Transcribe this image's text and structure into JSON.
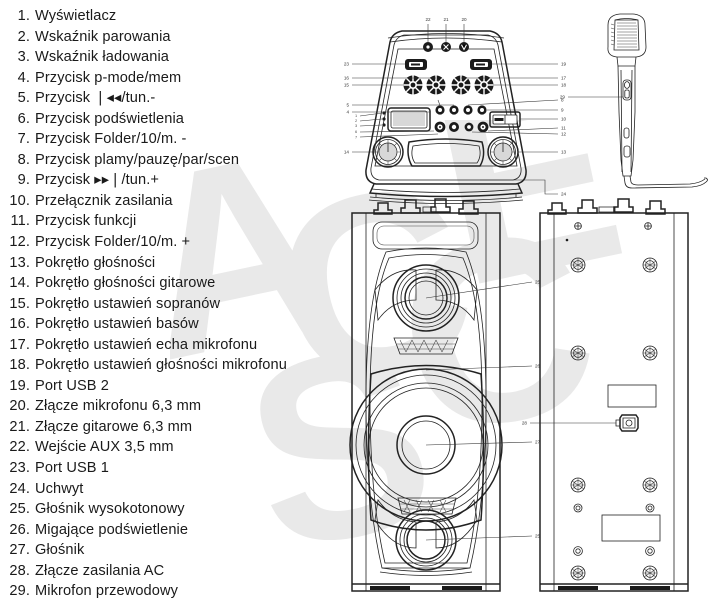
{
  "page": {
    "kind": "product-parts-legend-diagram",
    "language": "pl",
    "background_color": "#ffffff",
    "text_color": "#1a1a1a",
    "watermark_color": "#e8e8e8",
    "watermark_text": "ACCESS"
  },
  "legend": {
    "items": [
      {
        "num": "1.",
        "text": "Wyświetlacz"
      },
      {
        "num": "2.",
        "text": "Wskaźnik parowania"
      },
      {
        "num": "3.",
        "text": "Wskaźnik ładowania"
      },
      {
        "num": "4.",
        "text": "Przycisk p-mode/mem"
      },
      {
        "num": "5.",
        "text": "Przycisk ❘◂◂/tun.-",
        "glyph": "prev-track"
      },
      {
        "num": "6.",
        "text": "Przycisk podświetlenia"
      },
      {
        "num": "7.",
        "text": "Przycisk Folder/10/m. -"
      },
      {
        "num": "8.",
        "text": "Przycisk plamy/pauzę/par/scen"
      },
      {
        "num": "9.",
        "text": "Przycisk ▸▸❘/tun.+",
        "glyph": "next-track"
      },
      {
        "num": "10.",
        "text": "Przełącznik zasilania"
      },
      {
        "num": "11.",
        "text": "Przycisk funkcji"
      },
      {
        "num": "12.",
        "text": "Przycisk Folder/10/m. +"
      },
      {
        "num": "13.",
        "text": "Pokrętło głośności"
      },
      {
        "num": "14.",
        "text": "Pokrętło głośności gitarowe"
      },
      {
        "num": "15.",
        "text": "Pokrętło ustawień sopranów"
      },
      {
        "num": "16.",
        "text": "Pokrętło ustawień basów"
      },
      {
        "num": "17.",
        "text": "Pokrętło ustawień echa mikrofonu"
      },
      {
        "num": "18.",
        "text": "Pokrętło ustawień głośności mikrofonu"
      },
      {
        "num": "19.",
        "text": "Port USB 2"
      },
      {
        "num": "20.",
        "text": "Złącze mikrofonu 6,3 mm"
      },
      {
        "num": "21.",
        "text": "Złącze gitarowe 6,3 mm"
      },
      {
        "num": "22.",
        "text": "Wejście AUX 3,5 mm"
      },
      {
        "num": "23.",
        "text": "Port USB 1"
      },
      {
        "num": "24.",
        "text": "Uchwyt"
      },
      {
        "num": "25.",
        "text": "Głośnik wysokotonowy"
      },
      {
        "num": "26.",
        "text": "Migające podświetlenie"
      },
      {
        "num": "27.",
        "text": "Głośnik"
      },
      {
        "num": "28.",
        "text": "Złącze zasilania AC"
      },
      {
        "num": "29.",
        "text": "Mikrofon przewodowy"
      }
    ]
  },
  "figures": {
    "control_panel": {
      "name": "top-control-panel",
      "callouts_top": [
        "22",
        "21",
        "20"
      ],
      "callouts_left": [
        "23",
        "16",
        "15",
        "5",
        "4",
        "1",
        "2",
        "3",
        "6",
        "7",
        "14"
      ],
      "callouts_right": [
        "19",
        "17",
        "18",
        "8",
        "9",
        "10",
        "11",
        "12",
        "13",
        "24"
      ],
      "parts": {
        "usb_ports": 2,
        "eq_knobs": 4,
        "small_buttons": 8,
        "jacks": 3,
        "power_switch": 1,
        "large_knobs": 2,
        "display": 1
      }
    },
    "microphone": {
      "name": "wired-microphone",
      "callouts": [
        "29"
      ]
    },
    "speaker_front": {
      "name": "speaker-front-view",
      "callouts": [
        "25",
        "26",
        "27",
        "25"
      ],
      "parts": {
        "tweeters": 2,
        "woofer": 1,
        "light_bar": 1,
        "top_knobs": 4
      }
    },
    "speaker_rear": {
      "name": "speaker-rear-view",
      "callouts": [
        "28"
      ],
      "parts": {
        "ac_socket": 1,
        "screws": 8,
        "plates": 2,
        "top_knobs": 4
      }
    }
  }
}
